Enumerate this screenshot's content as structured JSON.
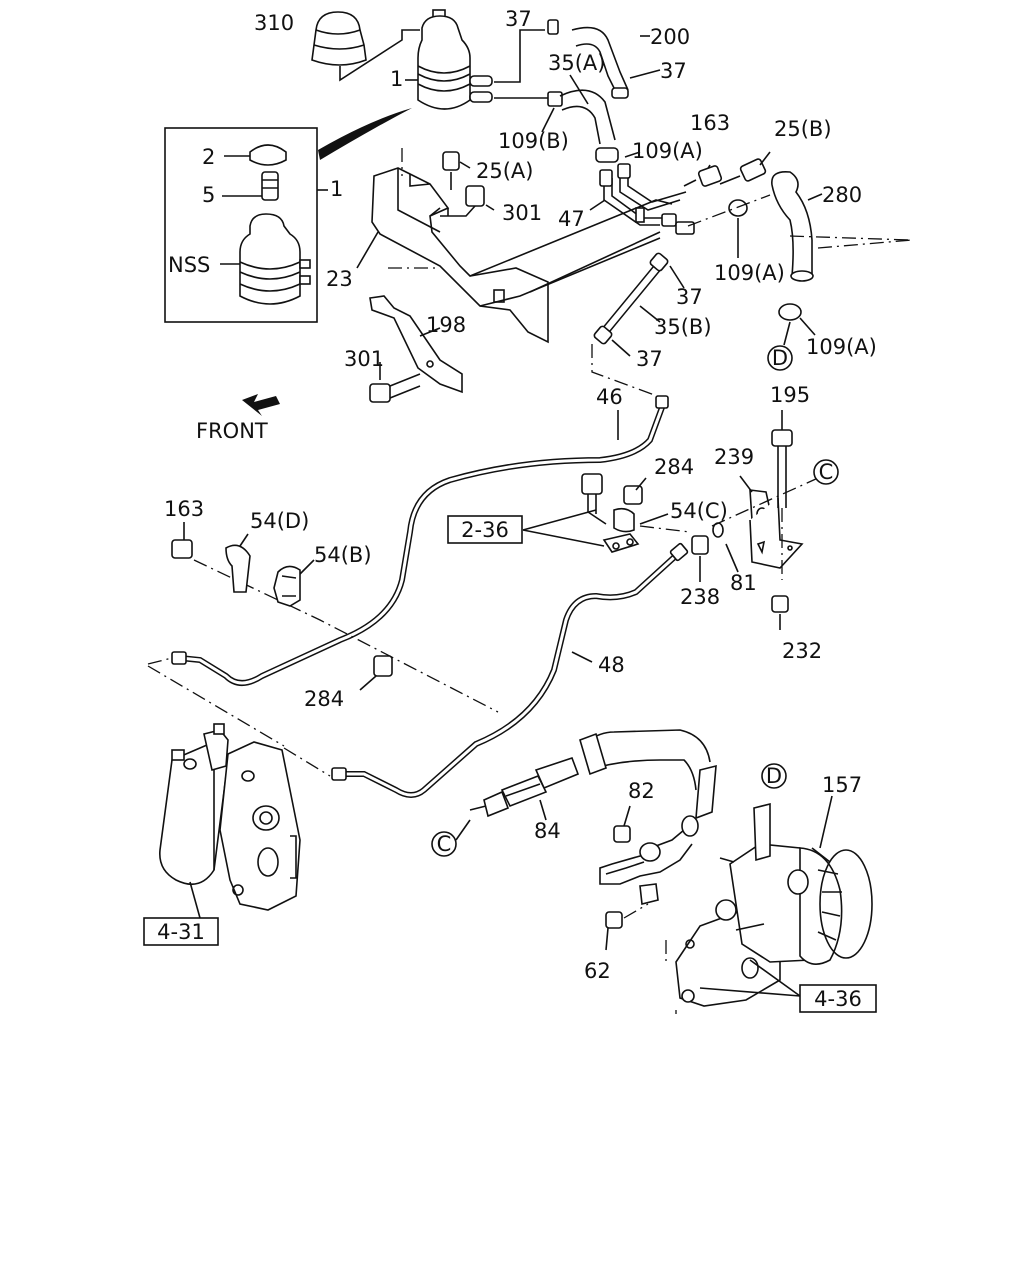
{
  "labels": {
    "l310": "310",
    "l37a": "37",
    "l200": "200",
    "l35a": "35(A)",
    "l37b": "37",
    "l1a": "1",
    "l109b": "109(B)",
    "l163a": "163",
    "l25b": "25(B)",
    "l2": "2",
    "l109a1": "109(A)",
    "l25a": "25(A)",
    "l5": "5",
    "l1b": "1",
    "l280": "280",
    "l301a": "301",
    "l47": "47",
    "lnss": "NSS",
    "l109a2": "109(A)",
    "l23": "23",
    "l37c": "37",
    "l198": "198",
    "l35b": "35(B)",
    "l109a3": "109(A)",
    "l301b": "301",
    "l37d": "37",
    "l195": "195",
    "lfront": "FRONT",
    "l46": "46",
    "l239": "239",
    "l284a": "284",
    "l163b": "163",
    "l54d": "54(D)",
    "l54c": "54(C)",
    "l54b": "54(B)",
    "l238": "238",
    "l81": "81",
    "l232": "232",
    "l48": "48",
    "l284b": "284",
    "l157": "157",
    "l82": "82",
    "l84": "84",
    "l62": "62"
  },
  "references": {
    "r236": "2-36",
    "r431": "4-31",
    "r436": "4-36"
  },
  "markers": {
    "c1": "C",
    "c2": "C",
    "d1": "D",
    "d2": "D"
  }
}
